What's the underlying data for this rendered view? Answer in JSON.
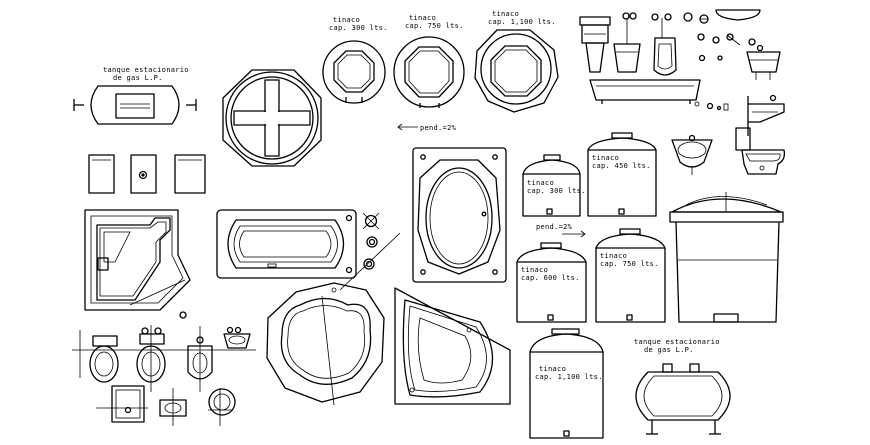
{
  "labels": {
    "lp_tank_top_line1": "tanque estacionario",
    "lp_tank_top_line2": "de gas L.P.",
    "tinaco_300_line1": "tinaco",
    "tinaco_300_line2": "cap. 300 lts.",
    "tinaco_750_line1": "tinaco",
    "tinaco_750_line2": "cap. 750 lts.",
    "tinaco_1100_line1": "tinaco",
    "tinaco_1100_line2": "cap. 1,100 lts.",
    "pend_top": "pend.=2%",
    "pend_mid": "pend.=2%",
    "elev_300_line1": "tinaco",
    "elev_300_line2": "cap. 300 lts.",
    "elev_450_line1": "tinaco",
    "elev_450_line2": "cap. 450 lts.",
    "elev_600_line1": "tinaco",
    "elev_600_line2": "cap. 600 lts.",
    "elev_750_line1": "tinaco",
    "elev_750_line2": "cap. 750 lts.",
    "elev_1100_line1": "tinaco",
    "elev_1100_line2": "cap. 1,100 lts.",
    "lp_tank_bottom_line1": "tanque estacionario",
    "lp_tank_bottom_line2": "de gas L.P."
  },
  "colors": {
    "line": "#000000",
    "background": "#ffffff"
  }
}
